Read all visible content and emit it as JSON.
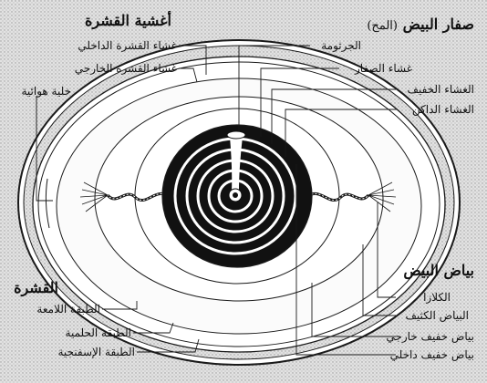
{
  "headings": {
    "shell_membranes": "أغشية القشرة",
    "yolk": "صفار البيض",
    "yolk_paren": "(المح)",
    "egg_white": "بياض البيض",
    "shell": "القشرة"
  },
  "labels": {
    "inner_shell_membrane": "غشاء القشرة الداخلي",
    "outer_shell_membrane": "غشاء القشرة الخارجي",
    "air_cell": "خلية هوائية",
    "germ": "الجرثومة",
    "yolk_membrane": "غشاء الصفار",
    "light_yolk": "الغشاء الخفيف",
    "dark_yolk": "الغشاء الداكن",
    "chalaza": "الكلازا",
    "thick_white": "البياض الكثيف",
    "outer_thin_white": "بياض خفيف خارجي",
    "inner_thin_white": "بياض خفيف داخلي",
    "cuticle": "الطبقة اللامعة",
    "mammillary_layer": "الطبقة الحلمية",
    "spongy_layer": "الطبقة الإسفنجية"
  },
  "colors": {
    "background": "#ffffff",
    "shell_stipple": "#cfcfcf",
    "yolk_dark": "#111111",
    "line": "#1a1a1a"
  }
}
